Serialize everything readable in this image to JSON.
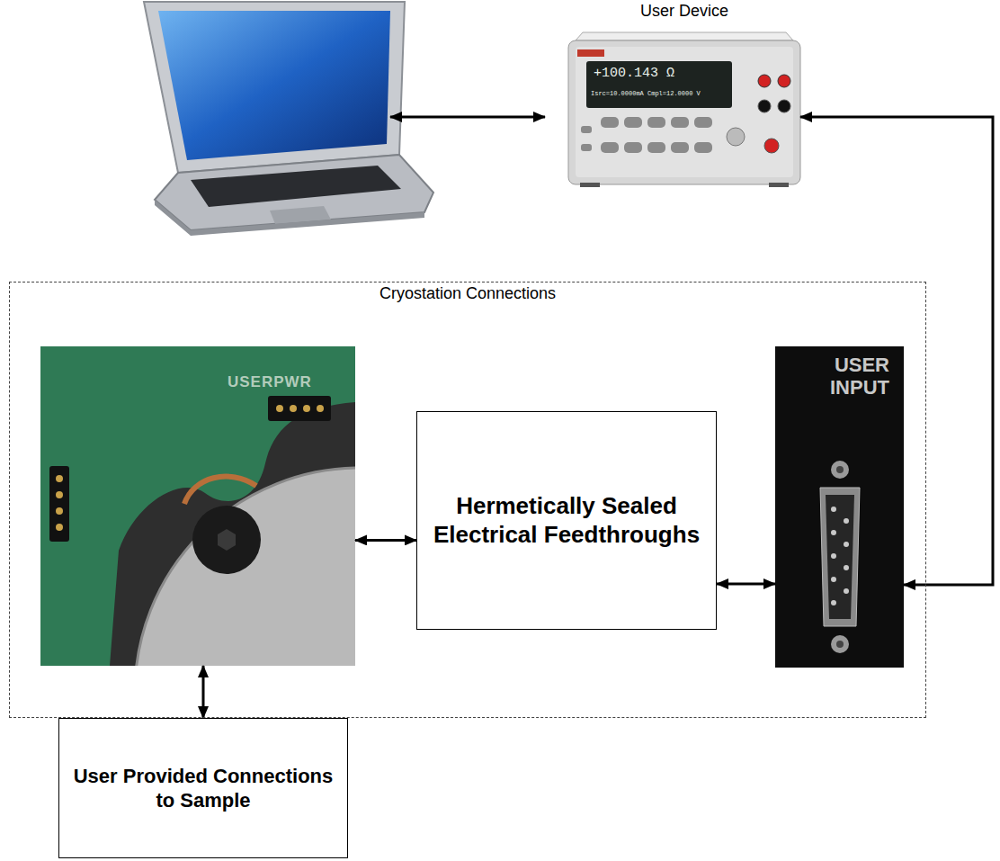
{
  "diagram": {
    "nodes": [
      {
        "text": [
          "User Device"
        ]
      },
      {
        "text": [
          "Cryostation Connections"
        ]
      },
      {
        "text": [
          "USERPWR"
        ],
        "in": 1
      },
      {
        "text": [
          "Hermetically Sealed Electrical Feedthroughs"
        ],
        "in": 1
      },
      {
        "text": [
          "USER INPUT"
        ],
        "in": 1
      },
      {
        "text": [
          "User Provided Connections to Sample"
        ]
      }
    ],
    "edges": [
      {
        "from": 0,
        "to": 4,
        "arrow": "both"
      },
      {
        "from": 2,
        "to": 3,
        "arrow": "both"
      },
      {
        "from": 3,
        "to": 4,
        "arrow": "both"
      },
      {
        "from": 2,
        "to": 5,
        "arrow": "both"
      }
    ],
    "labels": [
      "+100.143 Ω",
      "Isrc=10.0000mA Cmpl=12.0000 V"
    ]
  }
}
